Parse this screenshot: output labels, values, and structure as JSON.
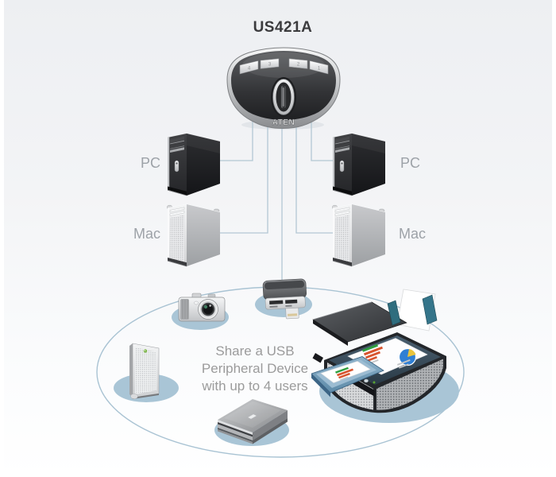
{
  "diagram": {
    "title": "US421A",
    "brand_logo": "ATEN",
    "switch_ports": [
      "4",
      "3",
      "2",
      "1"
    ],
    "computers": [
      {
        "type": "pc",
        "label": "PC",
        "position": "left"
      },
      {
        "type": "pc",
        "label": "PC",
        "position": "right"
      },
      {
        "type": "mac",
        "label": "Mac",
        "position": "left"
      },
      {
        "type": "mac",
        "label": "Mac",
        "position": "right"
      }
    ],
    "caption": {
      "line1": "Share a USB",
      "line2": "Peripheral Device",
      "line3": "with up to 4 users"
    },
    "peripherals": [
      {
        "name": "digital-camera"
      },
      {
        "name": "memory-card-reader"
      },
      {
        "name": "external-hard-drive"
      },
      {
        "name": "flatbed-scanner"
      },
      {
        "name": "multifunction-printer"
      }
    ],
    "colors": {
      "connection_line": "#b3c7d4",
      "pad_fill": "#a9c5d6",
      "circle_stroke": "#a9c3d3",
      "label_text": "#9da2a8",
      "title_text": "#3b3b3d",
      "caption_text": "#9b9b9b"
    }
  }
}
